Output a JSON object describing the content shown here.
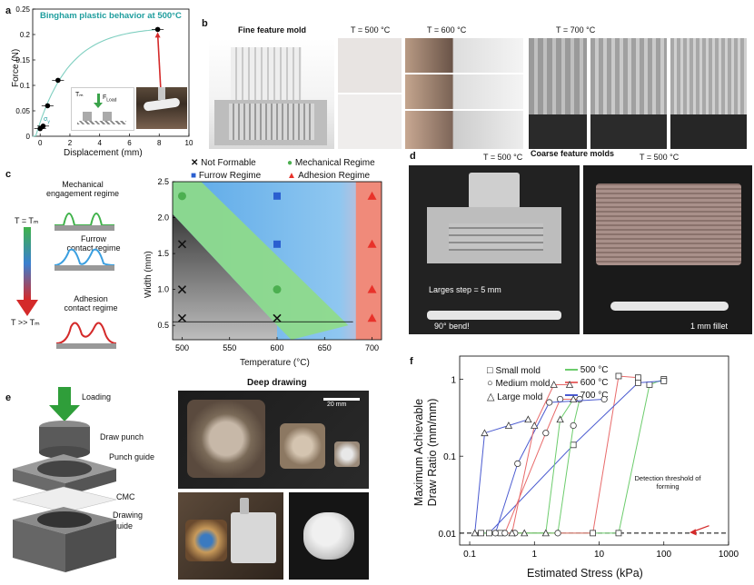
{
  "panels": {
    "a": {
      "letter": "a",
      "title": "Bingham plastic behavior at 500°C",
      "xlabel": "Displacement (mm)",
      "ylabel": "Force (N)",
      "inset": {
        "tm": "Tₘ",
        "fload": "F",
        "fload_sub": "Load",
        "sigma": "σ",
        "sigma_sub": "y"
      }
    },
    "b": {
      "letter": "b",
      "labels": [
        "Fine feature mold",
        "T = 500 °C",
        "T = 600 °C",
        "T = 700 °C"
      ]
    },
    "c": {
      "letter": "c",
      "legend": [
        "Not Formable",
        "Mechanical Regime",
        "Furrow Regime",
        "Adhesion Regime"
      ],
      "xlabel": "Temperature (°C)",
      "ylabel": "Width (mm)",
      "regimes": [
        {
          "line1": "Mechanical",
          "line2": "engagement regime"
        },
        {
          "line1": "Furrow",
          "line2": "contact regime"
        },
        {
          "line1": "Adhesion",
          "line2": "contact regime"
        }
      ],
      "t_eq": "T = Tₘ",
      "t_gg": "T >> Tₘ"
    },
    "d": {
      "letter": "d",
      "labels": [
        "T = 500 °C",
        "Coarse feature molds",
        "T = 500 °C",
        "Larges step = 5 mm",
        "90° bend!",
        "1 mm fillet"
      ]
    },
    "e": {
      "letter": "e",
      "title": "Deep drawing",
      "labels": [
        "Loading",
        "Draw punch",
        "Punch guide",
        "CMC",
        "Drawing",
        "guide"
      ],
      "scalebar": "20 mm"
    },
    "f": {
      "letter": "f",
      "legend_shapes": [
        "Small mold",
        "Medium mold",
        "Large mold"
      ],
      "legend_temps": [
        "500 °C",
        "600 °C",
        "700 °C"
      ],
      "threshold": [
        "Detection threshold of",
        "forming"
      ],
      "xlabel": "Estimated Stress (kPa)",
      "ylabel1": "Maximum Achievable",
      "ylabel2": "Draw Ratio (mm/mm)"
    }
  },
  "colors": {
    "green": "#4caf50",
    "blue": "#2b5fd0",
    "red": "#e8322a",
    "teal": "#1f9e9e",
    "line500": "#6ccc6c",
    "line600": "#e86a6a",
    "line700": "#4a5ad0"
  },
  "chart_data": [
    {
      "type": "scatter",
      "panel": "a",
      "title": "Bingham plastic behavior at 500°C",
      "xlabel": "Displacement (mm)",
      "ylabel": "Force (N)",
      "xlim": [
        -0.5,
        10
      ],
      "ylim": [
        0,
        0.25
      ],
      "xticks": [
        0,
        2,
        4,
        6,
        8,
        10
      ],
      "yticks": [
        0,
        0.05,
        0.1,
        0.15,
        0.2,
        0.25
      ],
      "points": [
        {
          "x": 0.0,
          "y": 0.015
        },
        {
          "x": 0.2,
          "y": 0.02
        },
        {
          "x": 0.5,
          "y": 0.06
        },
        {
          "x": 1.2,
          "y": 0.11
        },
        {
          "x": 7.9,
          "y": 0.21
        }
      ]
    },
    {
      "type": "scatter",
      "panel": "c",
      "xlabel": "Temperature (°C)",
      "ylabel": "Width (mm)",
      "xlim": [
        490,
        710
      ],
      "ylim": [
        0.3,
        2.5
      ],
      "xticks": [
        500,
        550,
        600,
        650,
        700
      ],
      "yticks": [
        0.5,
        1.0,
        1.5,
        2.0,
        2.5
      ],
      "series": [
        {
          "name": "Not Formable",
          "points": [
            [
              500,
              0.6
            ],
            [
              500,
              1.0
            ],
            [
              500,
              1.63
            ],
            [
              600,
              0.6
            ]
          ]
        },
        {
          "name": "Mechanical Regime",
          "points": [
            [
              500,
              2.3
            ],
            [
              600,
              1.0
            ]
          ]
        },
        {
          "name": "Furrow Regime",
          "points": [
            [
              600,
              2.3
            ],
            [
              600,
              1.63
            ]
          ]
        },
        {
          "name": "Adhesion Regime",
          "points": [
            [
              700,
              0.6
            ],
            [
              700,
              1.0
            ],
            [
              700,
              1.63
            ],
            [
              700,
              2.3
            ]
          ]
        }
      ]
    },
    {
      "type": "line",
      "panel": "f",
      "xlabel": "Estimated Stress (kPa)",
      "ylabel": "Maximum Achievable Draw Ratio (mm/mm)",
      "xscale": "log",
      "yscale": "log",
      "xlim": [
        0.07,
        1000
      ],
      "ylim": [
        0.007,
        2
      ],
      "xticks": [
        0.1,
        1,
        10,
        100,
        1000
      ],
      "xticklabels": [
        "0.1",
        "1",
        "10",
        "100",
        "1000"
      ],
      "yticks": [
        0.01,
        0.1,
        1
      ],
      "yticklabels": [
        "0.01",
        "0.1",
        "1"
      ],
      "threshold": 0.01,
      "series": [
        {
          "name": "Small mold 500 °C",
          "color": "#6ccc6c",
          "marker": "square",
          "points": [
            [
              0.15,
              0.01
            ],
            [
              20,
              0.01
            ],
            [
              60,
              0.85
            ],
            [
              100,
              1.0
            ]
          ]
        },
        {
          "name": "Small mold 600 °C",
          "color": "#e86a6a",
          "marker": "square",
          "points": [
            [
              0.3,
              0.01
            ],
            [
              8,
              0.01
            ],
            [
              20,
              1.1
            ],
            [
              40,
              1.05
            ]
          ]
        },
        {
          "name": "Small mold 700 °C",
          "color": "#4a5ad0",
          "marker": "square",
          "points": [
            [
              0.2,
              0.01
            ],
            [
              4,
              0.14
            ],
            [
              40,
              0.9
            ],
            [
              100,
              0.95
            ]
          ]
        },
        {
          "name": "Medium mold 500 °C",
          "color": "#6ccc6c",
          "marker": "circle",
          "points": [
            [
              0.5,
              0.01
            ],
            [
              2.3,
              0.01
            ],
            [
              4,
              0.25
            ],
            [
              5,
              0.55
            ]
          ]
        },
        {
          "name": "Medium mold 600 °C",
          "color": "#e86a6a",
          "marker": "circle",
          "points": [
            [
              0.35,
              0.01
            ],
            [
              1.5,
              0.2
            ],
            [
              2.5,
              0.55
            ],
            [
              5,
              0.55
            ]
          ]
        },
        {
          "name": "Medium mold 700 °C",
          "color": "#4a5ad0",
          "marker": "circle",
          "points": [
            [
              0.25,
              0.01
            ],
            [
              0.55,
              0.08
            ],
            [
              1.7,
              0.5
            ],
            [
              12,
              0.55
            ]
          ]
        },
        {
          "name": "Large mold 500 °C",
          "color": "#6ccc6c",
          "marker": "triangle",
          "points": [
            [
              0.7,
              0.01
            ],
            [
              1.5,
              0.01
            ],
            [
              2.5,
              0.3
            ],
            [
              4,
              0.55
            ]
          ]
        },
        {
          "name": "Large mold 600 °C",
          "color": "#e86a6a",
          "marker": "triangle",
          "points": [
            [
              0.45,
              0.01
            ],
            [
              1.0,
              0.25
            ],
            [
              2.0,
              0.85
            ],
            [
              3.5,
              0.85
            ]
          ]
        },
        {
          "name": "Large mold 700 °C",
          "color": "#4a5ad0",
          "marker": "triangle",
          "points": [
            [
              0.12,
              0.01
            ],
            [
              0.17,
              0.2
            ],
            [
              0.4,
              0.25
            ],
            [
              0.8,
              0.3
            ]
          ]
        }
      ]
    }
  ]
}
